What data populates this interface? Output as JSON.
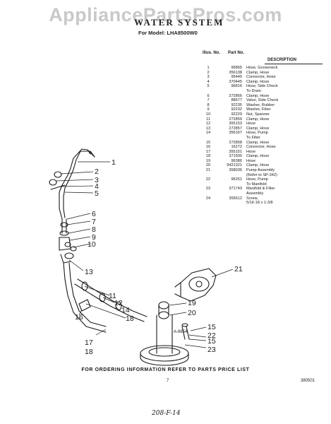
{
  "watermark": "AppliancePartsPros.com",
  "header": {
    "title": "WATER SYSTEM",
    "model_line": "For Model: LHA8500W0"
  },
  "table": {
    "col_illus": "Illus. No.",
    "col_part": "Part No.",
    "col_desc": "DESCRIPTION",
    "rows": [
      {
        "illus": "1",
        "part": "96865",
        "desc": "Hose, Gooseneck"
      },
      {
        "illus": "2",
        "part": "356138",
        "desc": "Clamp, Hose"
      },
      {
        "illus": "3",
        "part": "95440",
        "desc": "Connector, Hose"
      },
      {
        "illus": "4",
        "part": "370445",
        "desc": "Clamp, Hose"
      },
      {
        "illus": "5",
        "part": "96816",
        "desc": "Hose, Side Check"
      },
      {
        "illus": "",
        "part": "",
        "desc": "To Drain"
      },
      {
        "illus": "6",
        "part": "272856",
        "desc": "Clamp, Hose"
      },
      {
        "illus": "7",
        "part": "88677",
        "desc": "Valve, Side Check"
      },
      {
        "illus": "8",
        "part": "92235",
        "desc": "Washer, Rubber"
      },
      {
        "illus": "9",
        "part": "92232",
        "desc": "Washer, Fiber"
      },
      {
        "illus": "10",
        "part": "92229",
        "desc": "Nut, Spanner"
      },
      {
        "illus": "11",
        "part": "272859",
        "desc": "Clamp, Hose"
      },
      {
        "illus": "12",
        "part": "355153",
        "desc": "Hose"
      },
      {
        "illus": "13",
        "part": "272857",
        "desc": "Clamp, Hose"
      },
      {
        "illus": "14",
        "part": "356167",
        "desc": "Hose, Pump"
      },
      {
        "illus": "",
        "part": "",
        "desc": "To Filter"
      },
      {
        "illus": "15",
        "part": "272858",
        "desc": "Clamp, Hose"
      },
      {
        "illus": "16",
        "part": "16272",
        "desc": "Connector, Hose"
      },
      {
        "illus": "17",
        "part": "355151",
        "desc": "Hose"
      },
      {
        "illus": "18",
        "part": "371500",
        "desc": "Clamp, Hose"
      },
      {
        "illus": "19",
        "part": "96386",
        "desc": "Hose"
      },
      {
        "illus": "20",
        "part": "9421321",
        "desc": "Clamp, Hose"
      },
      {
        "illus": "21",
        "part": "358036",
        "desc": "Pump Assembly"
      },
      {
        "illus": "",
        "part": "",
        "desc": "(Refer to SP-342)"
      },
      {
        "illus": "22",
        "part": "96251",
        "desc": "Hose, Pump"
      },
      {
        "illus": "",
        "part": "",
        "desc": "To Manifold"
      },
      {
        "illus": "23",
        "part": "371743",
        "desc": "Manifold & Filter"
      },
      {
        "illus": "",
        "part": "",
        "desc": "Assembly"
      },
      {
        "illus": "24",
        "part": "355612",
        "desc": "Screw,"
      },
      {
        "illus": "",
        "part": "",
        "desc": "5/16-18 x 1-3/8"
      }
    ]
  },
  "callouts": [
    "1",
    "2",
    "3",
    "4",
    "5",
    "6",
    "7",
    "8",
    "9",
    "10",
    "13",
    "11",
    "12",
    "14",
    "18",
    "16",
    "17",
    "18",
    "19",
    "20",
    "21",
    "15",
    "22",
    "15",
    "23"
  ],
  "drawing_ref": "A-8654",
  "footer": {
    "order_info": "FOR ORDERING INFORMATION REFER TO PARTS PRICE LIST",
    "page": "7",
    "doc_number": "380501",
    "handwritten": "208-F-14"
  }
}
